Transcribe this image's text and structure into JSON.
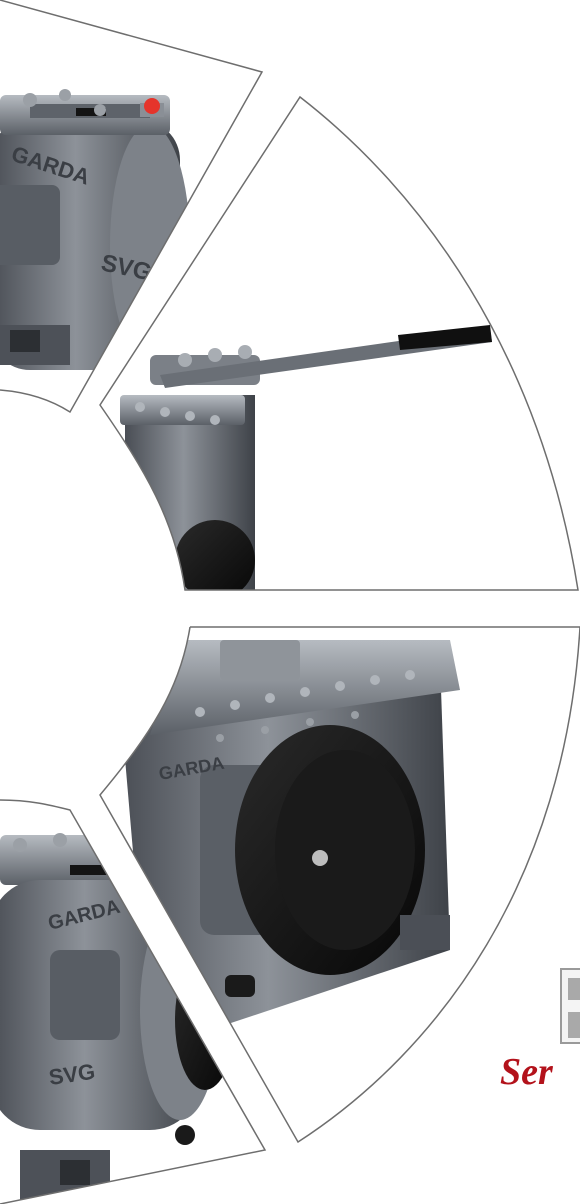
{
  "colors": {
    "outline": "#6e6e6e",
    "metal_dark": "#3f4349",
    "metal_mid": "#6a6f76",
    "metal_light": "#a3a8ae",
    "rubber": "#141414",
    "accent_red": "#b3121b",
    "indicator_red": "#e5342b"
  },
  "panels": [
    {
      "id": "top-left",
      "icon": "valve-body-with-indicator-icon"
    },
    {
      "id": "top-right",
      "icon": "valve-with-lever-handle-icon"
    },
    {
      "id": "bottom-right",
      "icon": "valve-with-flange-icon"
    },
    {
      "id": "bottom-left",
      "icon": "valve-body-side-icon"
    }
  ],
  "casting": {
    "brand_top_left": "GARDA",
    "model_top_left": "SVG",
    "brand_bottom_right": "GARDA",
    "brand_bottom_left": "GARDA",
    "model_bottom_left": "SVG"
  },
  "tagline": "Ser"
}
